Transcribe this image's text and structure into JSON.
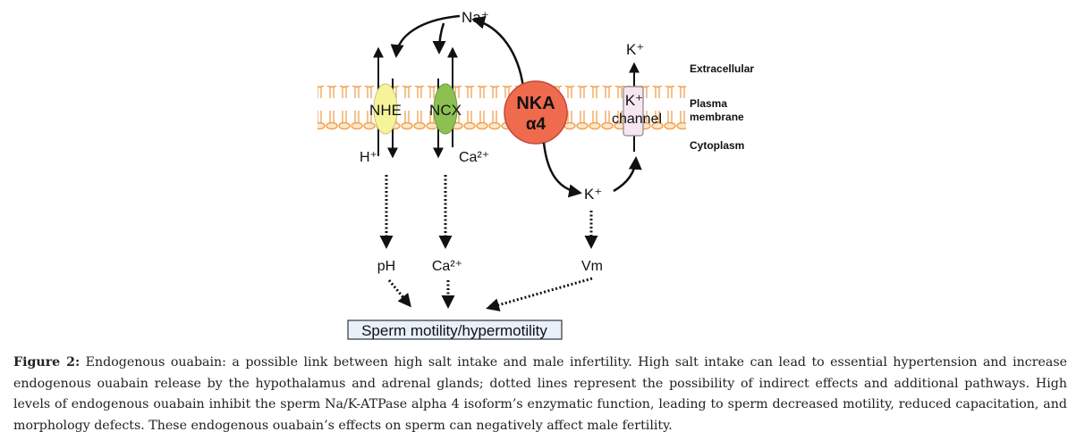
{
  "figure": {
    "ions": {
      "na_top": "Na⁺",
      "k_top": "K⁺",
      "h_bottom": "H⁺",
      "ca_bottom": "Ca²⁺",
      "k_mid": "K⁺"
    },
    "proteins": {
      "nhe": "NHE",
      "ncx": "NCX",
      "nka_line1": "NKA",
      "nka_line2": "α4",
      "kchannel_line1": "K⁺",
      "kchannel_line2": "channel"
    },
    "regions": {
      "extracellular": "Extracellular",
      "plasma": "Plasma",
      "membrane": "membrane",
      "cytoplasm": "Cytoplasm"
    },
    "effects": {
      "ph": "pH",
      "ca": "Ca²⁺",
      "vm": "Vm"
    },
    "outcome": "Sperm motility/hypermotility",
    "colors": {
      "membrane": "#f0a050",
      "nhe_fill": "#f6f39a",
      "ncx_fill": "#8cc152",
      "nka_fill": "#f06a4e",
      "kchannel_fill": "#f6e6f0",
      "outcome_fill": "#e8f0fa"
    }
  },
  "caption": {
    "label": "Figure 2:",
    "text": "Endogenous ouabain: a possible link between high salt intake and male infertility. High salt intake can lead to essential hypertension and increase endogenous ouabain release by the hypothalamus and adrenal glands; dotted lines represent the possibility of indirect effects and additional pathways. High levels of endogenous ouabain inhibit the sperm Na/K-ATPase alpha 4 isoform’s enzymatic function, leading to sperm decreased motility, reduced capacitation, and morphology defects.  These endogenous ouabain’s effects on sperm can negatively affect male fertility."
  }
}
